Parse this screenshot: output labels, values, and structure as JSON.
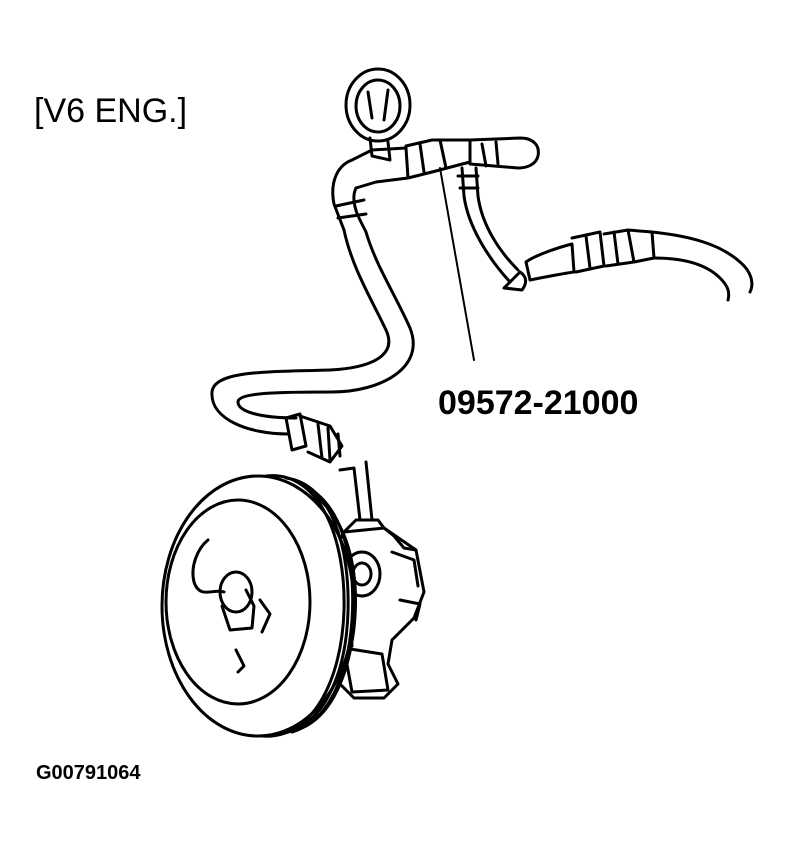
{
  "diagram": {
    "engine_label": "[V6 ENG.]",
    "part_number": "09572-21000",
    "figure_id": "G00791064"
  },
  "colors": {
    "ink": "#000000",
    "paper": "#ffffff"
  },
  "icons": [
    "pressure-gauge-icon",
    "power-steering-pump-icon",
    "pulley-icon",
    "hose-icon"
  ]
}
